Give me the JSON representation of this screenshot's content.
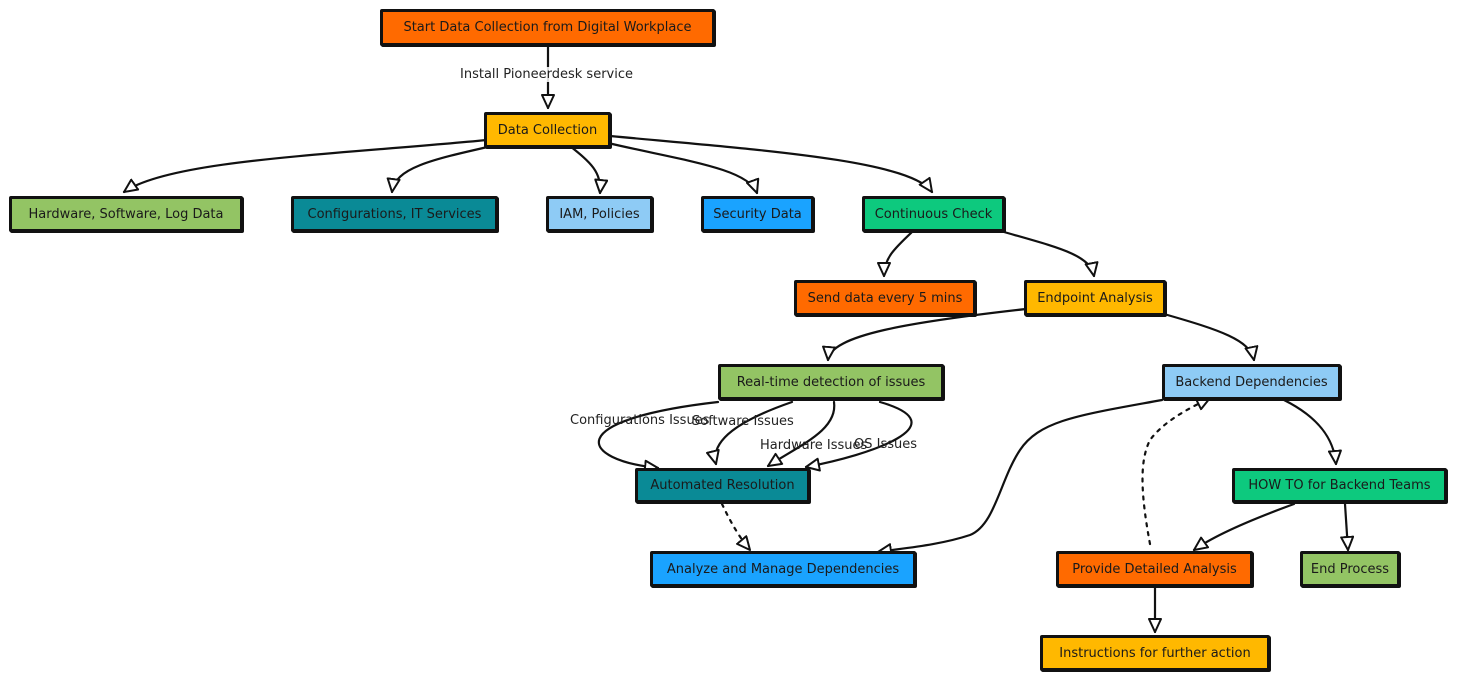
{
  "colors": {
    "orange": "#ff6a00",
    "amber": "#ffb800",
    "green_light": "#93c464",
    "teal": "#0a8a96",
    "sky": "#8ecbf5",
    "blue": "#1aa3ff",
    "green": "#0dc97e",
    "stroke": "#111111"
  },
  "nodes": {
    "start": "Start Data Collection from Digital Workplace",
    "data_collection": "Data Collection",
    "hardware": "Hardware, Software, Log Data",
    "configurations": "Configurations, IT Services",
    "iam": "IAM, Policies",
    "security": "Security Data",
    "continuous": "Continuous Check",
    "send_data": "Send data every 5 mins",
    "endpoint": "Endpoint Analysis",
    "realtime": "Real-time detection of issues",
    "backend": "Backend Dependencies",
    "automated": "Automated Resolution",
    "howto": "HOW TO for Backend Teams",
    "analyze": "Analyze and Manage Dependencies",
    "provide": "Provide Detailed Analysis",
    "end": "End Process",
    "instructions": "Instructions for further action"
  },
  "edge_labels": {
    "install": "Install Pioneerdesk service",
    "config_issues": "Configurations Issues",
    "software_issues": "Software Issues",
    "hardware_issues": "Hardware Issues",
    "os_issues": "OS Issues"
  }
}
